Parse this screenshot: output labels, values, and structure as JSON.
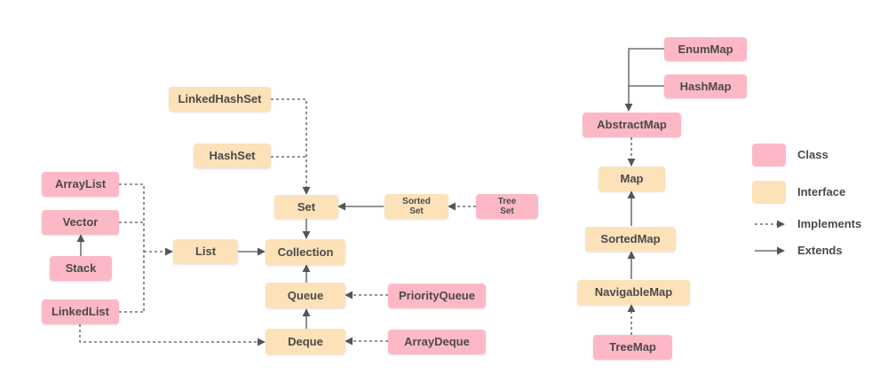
{
  "colors": {
    "class_fill": "#fdb8c6",
    "interface_fill": "#fde1b8",
    "line": "#555555",
    "text": "#4a4a4a"
  },
  "nodes": {
    "linkedhashset": {
      "label": "LinkedHashSet",
      "kind": "interface"
    },
    "hashset": {
      "label": "HashSet",
      "kind": "interface"
    },
    "arraylist": {
      "label": "ArrayList",
      "kind": "class"
    },
    "vector": {
      "label": "Vector",
      "kind": "class"
    },
    "stack": {
      "label": "Stack",
      "kind": "class"
    },
    "linkedlist": {
      "label": "LinkedList",
      "kind": "class"
    },
    "list": {
      "label": "List",
      "kind": "interface"
    },
    "set": {
      "label": "Set",
      "kind": "interface"
    },
    "collection": {
      "label": "Collection",
      "kind": "interface"
    },
    "queue": {
      "label": "Queue",
      "kind": "interface"
    },
    "deque": {
      "label": "Deque",
      "kind": "interface"
    },
    "sortedset": {
      "label": "Sorted\nSet",
      "kind": "interface"
    },
    "treeset": {
      "label": "Tree\nSet",
      "kind": "class"
    },
    "priorityqueue": {
      "label": "PriorityQueue",
      "kind": "class"
    },
    "arraydeque": {
      "label": "ArrayDeque",
      "kind": "class"
    },
    "enummap": {
      "label": "EnumMap",
      "kind": "class"
    },
    "hashmap": {
      "label": "HashMap",
      "kind": "class"
    },
    "abstractmap": {
      "label": "AbstractMap",
      "kind": "class"
    },
    "map": {
      "label": "Map",
      "kind": "interface"
    },
    "sortedmap": {
      "label": "SortedMap",
      "kind": "interface"
    },
    "navigablemap": {
      "label": "NavigableMap",
      "kind": "interface"
    },
    "treemap": {
      "label": "TreeMap",
      "kind": "class"
    }
  },
  "legend": {
    "class_label": "Class",
    "interface_label": "Interface",
    "implements_label": "Implements",
    "extends_label": "Extends"
  }
}
